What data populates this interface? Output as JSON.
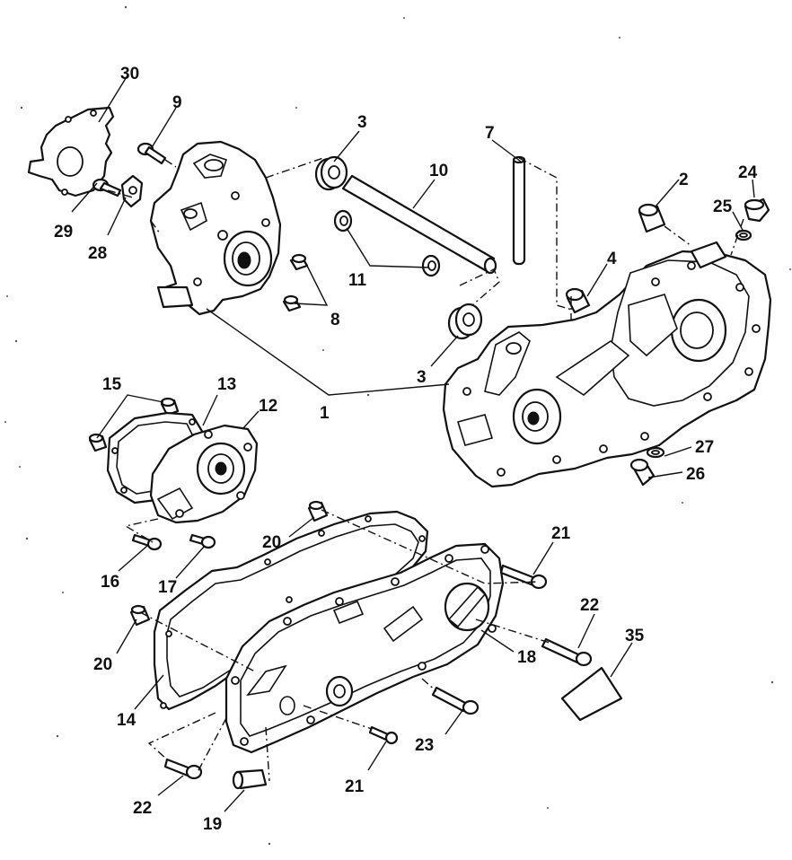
{
  "callouts": {
    "c1": "1",
    "c2": "2",
    "c3a": "3",
    "c3b": "3",
    "c4": "4",
    "c7": "7",
    "c8": "8",
    "c9": "9",
    "c10": "10",
    "c11": "11",
    "c12": "12",
    "c13": "13",
    "c14": "14",
    "c15": "15",
    "c16": "16",
    "c17": "17",
    "c18": "18",
    "c19": "19",
    "c20a": "20",
    "c20b": "20",
    "c21a": "21",
    "c21b": "21",
    "c22a": "22",
    "c22b": "22",
    "c23": "23",
    "c24": "24",
    "c25": "25",
    "c26": "26",
    "c27": "27",
    "c28": "28",
    "c29": "29",
    "c30": "30",
    "c35": "35"
  }
}
